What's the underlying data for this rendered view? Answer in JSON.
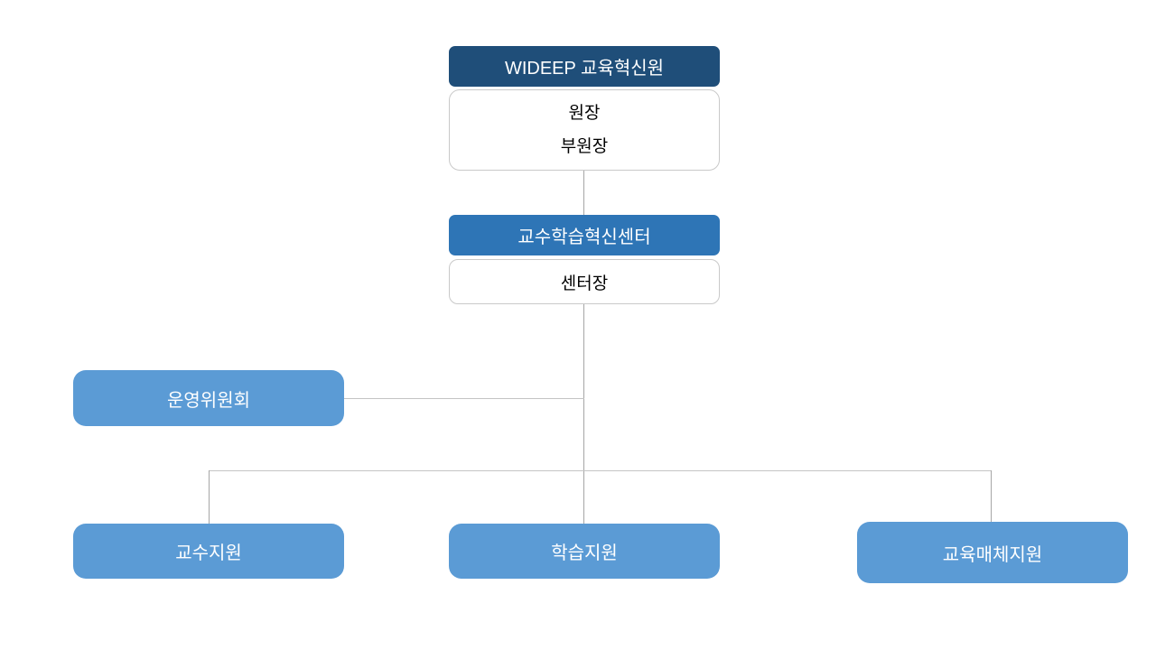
{
  "diagram": {
    "type": "org-chart",
    "root": {
      "label": "WIDEEP 교육혁신원"
    },
    "root_detail": {
      "line1": "원장",
      "line2": "부원장"
    },
    "center": {
      "label": "교수학습혁신센터"
    },
    "center_detail": {
      "label": "센터장"
    },
    "committee": {
      "label": "운영위원회"
    },
    "teams": [
      {
        "label": "교수지원"
      },
      {
        "label": "학습지원"
      },
      {
        "label": "교육매체지원"
      }
    ]
  },
  "colors": {
    "dark_blue": "#1F4E79",
    "mid_blue": "#2E75B6",
    "light_blue": "#5B9BD5",
    "line_gray_vertical": "#A6A6A6",
    "line_gray_horizontal": "#C4C4C4",
    "white_box_border": "#C9C9C9",
    "background": "#FFFFFF"
  }
}
